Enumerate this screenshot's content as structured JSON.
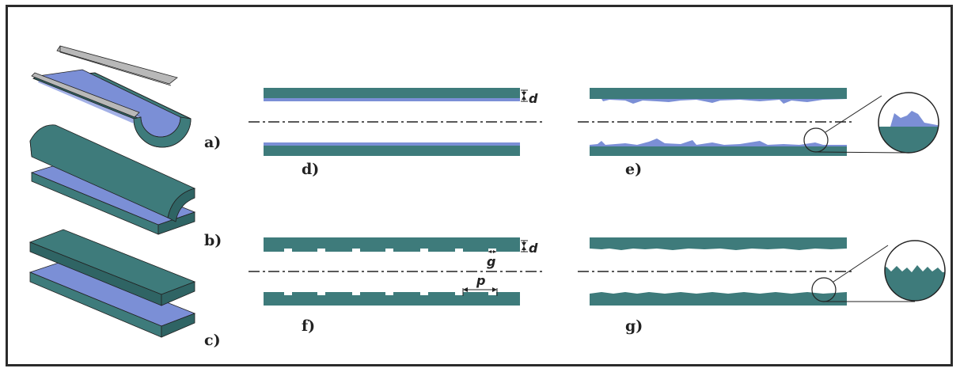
{
  "colors": {
    "teal": "#3e7b7b",
    "teal_dark": "#2f6464",
    "blue": "#7b8fd6",
    "blue_light": "#a3b1e6",
    "metal": "#b8b8b8",
    "line": "#222222",
    "frame": "#2b2b2b"
  },
  "panel_labels": {
    "a": "a)",
    "b": "b)",
    "c": "c)",
    "d": "d)",
    "e": "e)",
    "f": "f)",
    "g": "g)"
  },
  "dimensions": {
    "d_top": "d",
    "d_bottom": "d",
    "g": "g",
    "p": "p"
  }
}
